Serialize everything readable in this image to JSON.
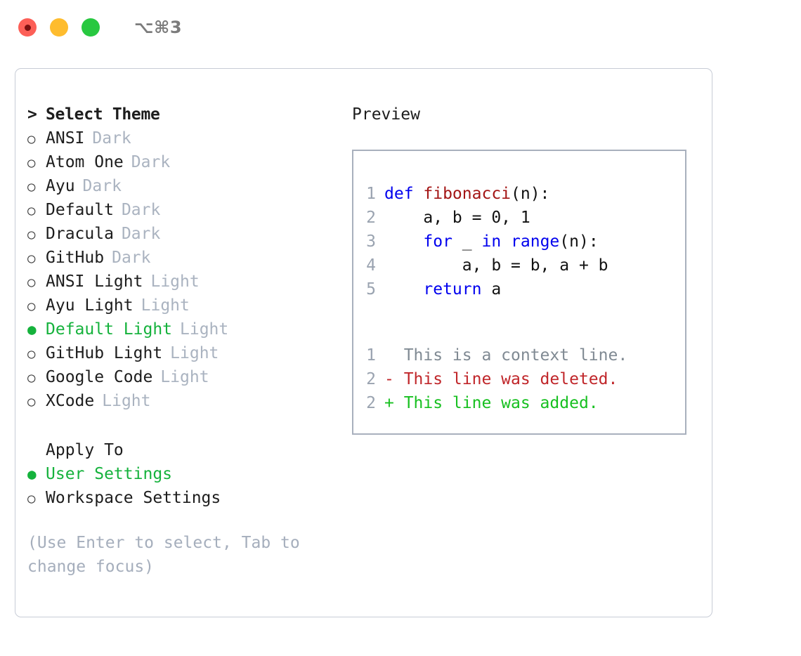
{
  "titlebar": {
    "dots": [
      "close-red",
      "minimize-yellow",
      "maximize-green"
    ],
    "shortcut": "⌥⌘3"
  },
  "theme_list": {
    "header": {
      "marker": ">",
      "label": "Select Theme"
    },
    "items": [
      {
        "marker": "○",
        "label": "ANSI",
        "tag": "Dark",
        "selected": false
      },
      {
        "marker": "○",
        "label": "Atom One",
        "tag": "Dark",
        "selected": false
      },
      {
        "marker": "○",
        "label": "Ayu",
        "tag": "Dark",
        "selected": false
      },
      {
        "marker": "○",
        "label": "Default",
        "tag": "Dark",
        "selected": false
      },
      {
        "marker": "○",
        "label": "Dracula",
        "tag": "Dark",
        "selected": false
      },
      {
        "marker": "○",
        "label": "GitHub",
        "tag": "Dark",
        "selected": false
      },
      {
        "marker": "○",
        "label": "ANSI Light",
        "tag": "Light",
        "selected": false
      },
      {
        "marker": "○",
        "label": "Ayu Light",
        "tag": "Light",
        "selected": false
      },
      {
        "marker": "●",
        "label": "Default Light",
        "tag": "Light",
        "selected": true
      },
      {
        "marker": "○",
        "label": "GitHub Light",
        "tag": "Light",
        "selected": false
      },
      {
        "marker": "○",
        "label": "Google Code",
        "tag": "Light",
        "selected": false
      },
      {
        "marker": "○",
        "label": "XCode",
        "tag": "Light",
        "selected": false
      }
    ]
  },
  "apply_to": {
    "header": "Apply To",
    "items": [
      {
        "marker": "●",
        "label": "User Settings",
        "selected": true
      },
      {
        "marker": "○",
        "label": "Workspace Settings",
        "selected": false
      }
    ]
  },
  "hint": "(Use Enter to select, Tab to change focus)",
  "preview": {
    "title": "Preview",
    "code": [
      {
        "lineno": "1",
        "tokens": [
          {
            "t": "def ",
            "c": "kw"
          },
          {
            "t": "fibonacci",
            "c": "fn"
          },
          {
            "t": "(n):",
            "c": "txt"
          }
        ]
      },
      {
        "lineno": "2",
        "tokens": [
          {
            "t": "    a, b = 0, 1",
            "c": "txt"
          }
        ]
      },
      {
        "lineno": "3",
        "tokens": [
          {
            "t": "    ",
            "c": "txt"
          },
          {
            "t": "for",
            "c": "kw"
          },
          {
            "t": " _ ",
            "c": "txt"
          },
          {
            "t": "in",
            "c": "kw"
          },
          {
            "t": " ",
            "c": "txt"
          },
          {
            "t": "range",
            "c": "kw"
          },
          {
            "t": "(n):",
            "c": "txt"
          }
        ]
      },
      {
        "lineno": "4",
        "tokens": [
          {
            "t": "        a, b = b, a + b",
            "c": "txt"
          }
        ]
      },
      {
        "lineno": "5",
        "tokens": [
          {
            "t": "    ",
            "c": "txt"
          },
          {
            "t": "return",
            "c": "kw"
          },
          {
            "t": " a",
            "c": "txt"
          }
        ]
      }
    ],
    "diff": [
      {
        "lineno": "1",
        "marker": " ",
        "text": "  This is a context line.",
        "kind": "ctx"
      },
      {
        "lineno": "2",
        "marker": "-",
        "text": "- This line was deleted.",
        "kind": "del"
      },
      {
        "lineno": "2",
        "marker": "+",
        "text": "+ This line was added.",
        "kind": "add"
      }
    ]
  },
  "colors": {
    "accent_green": "#15b23c",
    "tag_gray": "#aab3c0",
    "keyword_blue": "#0000ee",
    "function_red": "#a31515",
    "diff_added": "#17c020",
    "diff_deleted": "#c0262a",
    "diff_context": "#808a93",
    "panel_border": "#c7ccd6",
    "preview_border": "#a8b0bd"
  }
}
